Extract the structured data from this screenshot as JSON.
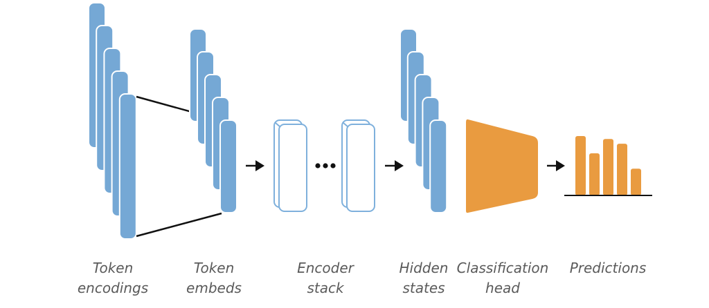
{
  "title": "Transformer encoder classification pipeline",
  "colors": {
    "token_bar": "#75a8d5",
    "encoder_stroke": "#7eb0dc",
    "head_fill": "#e99b40",
    "prediction_bar": "#e99b40",
    "arrow": "#111111",
    "connector": "#111111",
    "label": "#5a5a5a"
  },
  "stages": [
    {
      "id": "token-encodings",
      "label_line1": "Token",
      "label_line2": "encodings",
      "vector_count": 5
    },
    {
      "id": "token-embeds",
      "label_line1": "Token",
      "label_line2": "embeds",
      "vector_count": 5
    },
    {
      "id": "encoder-stack",
      "label_line1": "Encoder",
      "label_line2": "stack",
      "block_count": 2,
      "ellipsis": "•••"
    },
    {
      "id": "hidden-states",
      "label_line1": "Hidden",
      "label_line2": "states",
      "vector_count": 5
    },
    {
      "id": "classification-head",
      "label_line1": "Classification",
      "label_line2": "head"
    },
    {
      "id": "predictions",
      "label_line1": "Predictions",
      "label_line2": "",
      "relative_values": [
        1.0,
        0.71,
        0.95,
        0.87,
        0.45
      ]
    }
  ],
  "arrows": [
    {
      "from": "token-embeds",
      "to": "encoder-stack"
    },
    {
      "from": "encoder-stack",
      "to": "hidden-states"
    },
    {
      "from": "classification-head",
      "to": "predictions"
    }
  ]
}
